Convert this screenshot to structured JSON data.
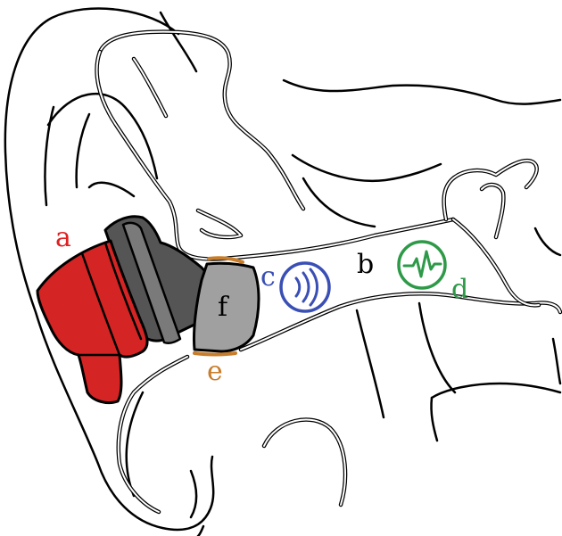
{
  "diagram": {
    "labels": {
      "a": "a",
      "b": "b",
      "c": "c",
      "d": "d",
      "e": "e",
      "f": "f"
    },
    "colors": {
      "a": "#e02020",
      "b": "#000000",
      "c": "#3a4fb5",
      "d": "#2e9a48",
      "e": "#c77d2a",
      "f": "#000000",
      "earpiece_red": "#d42424",
      "earpiece_dark": "#555555",
      "earpiece_mid": "#7a7a7a",
      "earpiece_light": "#a0a0a0",
      "seal": "#c77d2a"
    },
    "icons": {
      "c": "sound-waves-icon",
      "d": "heartbeat-pulse-icon"
    }
  }
}
